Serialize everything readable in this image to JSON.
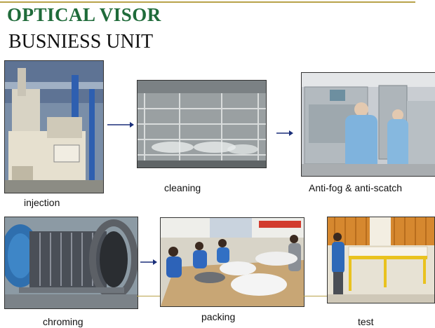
{
  "header": {
    "title_line1": "OPTICAL VISOR",
    "title_line2": "BUSNIESS UNIT"
  },
  "colors": {
    "title_green": "#1f6b3a",
    "rule_gold": "#b8a24a",
    "arrow_blue": "#1b2f7a"
  },
  "steps": [
    {
      "id": "injection",
      "label": "injection",
      "icon": "injection-machine-photo"
    },
    {
      "id": "cleaning",
      "label": "cleaning",
      "icon": "cleaning-rack-photo"
    },
    {
      "id": "antifog",
      "label": "Anti-fog & anti-scatch",
      "icon": "clean-room-workers-photo"
    },
    {
      "id": "chroming",
      "label": "chroming",
      "icon": "vacuum-chamber-photo"
    },
    {
      "id": "packing",
      "label": "packing",
      "icon": "packing-line-photo"
    },
    {
      "id": "test",
      "label": "test",
      "icon": "test-station-photo"
    }
  ]
}
